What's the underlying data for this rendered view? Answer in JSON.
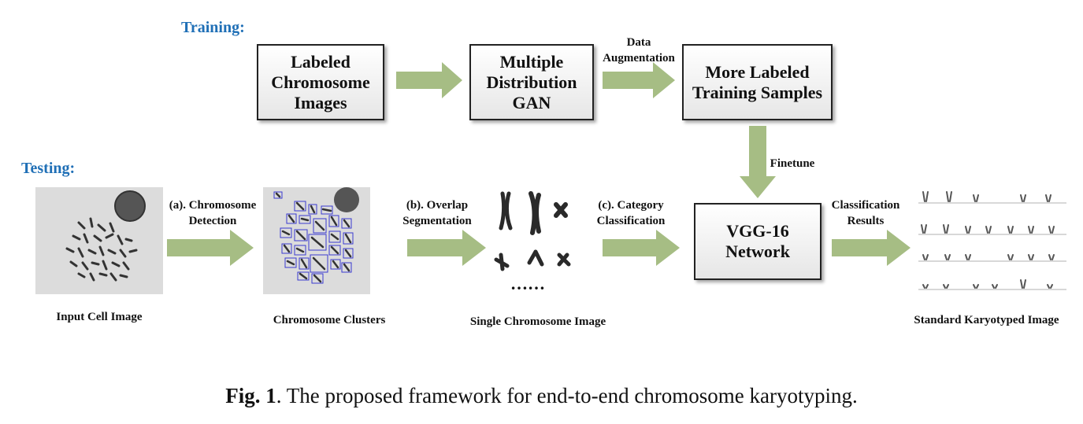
{
  "sections": {
    "training": "Training:",
    "testing": "Testing:"
  },
  "boxes": {
    "labeled": "Labeled\nChromosome\nImages",
    "gan": "Multiple\nDistribution\nGAN",
    "more_samples": "More Labeled\nTraining Samples",
    "vgg": "VGG-16\nNetwork"
  },
  "arrow_labels": {
    "data_augmentation": "Data\nAugmentation",
    "finetune": "Finetune",
    "detection": "(a). Chromosome\nDetection",
    "segmentation": "(b). Overlap\nSegmentation",
    "classification": "(c). Category\nClassification",
    "results": "Classification\nResults"
  },
  "image_captions": {
    "input": "Input Cell Image",
    "clusters": "Chromosome Clusters",
    "single": "Single Chromosome Image",
    "karyotype": "Standard Karyotyped Image"
  },
  "ellipsis": "……",
  "caption": {
    "label": "Fig. 1",
    "text": ". The proposed framework for end-to-end chromosome karyotyping."
  },
  "colors": {
    "section_label": "#1f6fb6",
    "arrow": "#a6bd84"
  }
}
